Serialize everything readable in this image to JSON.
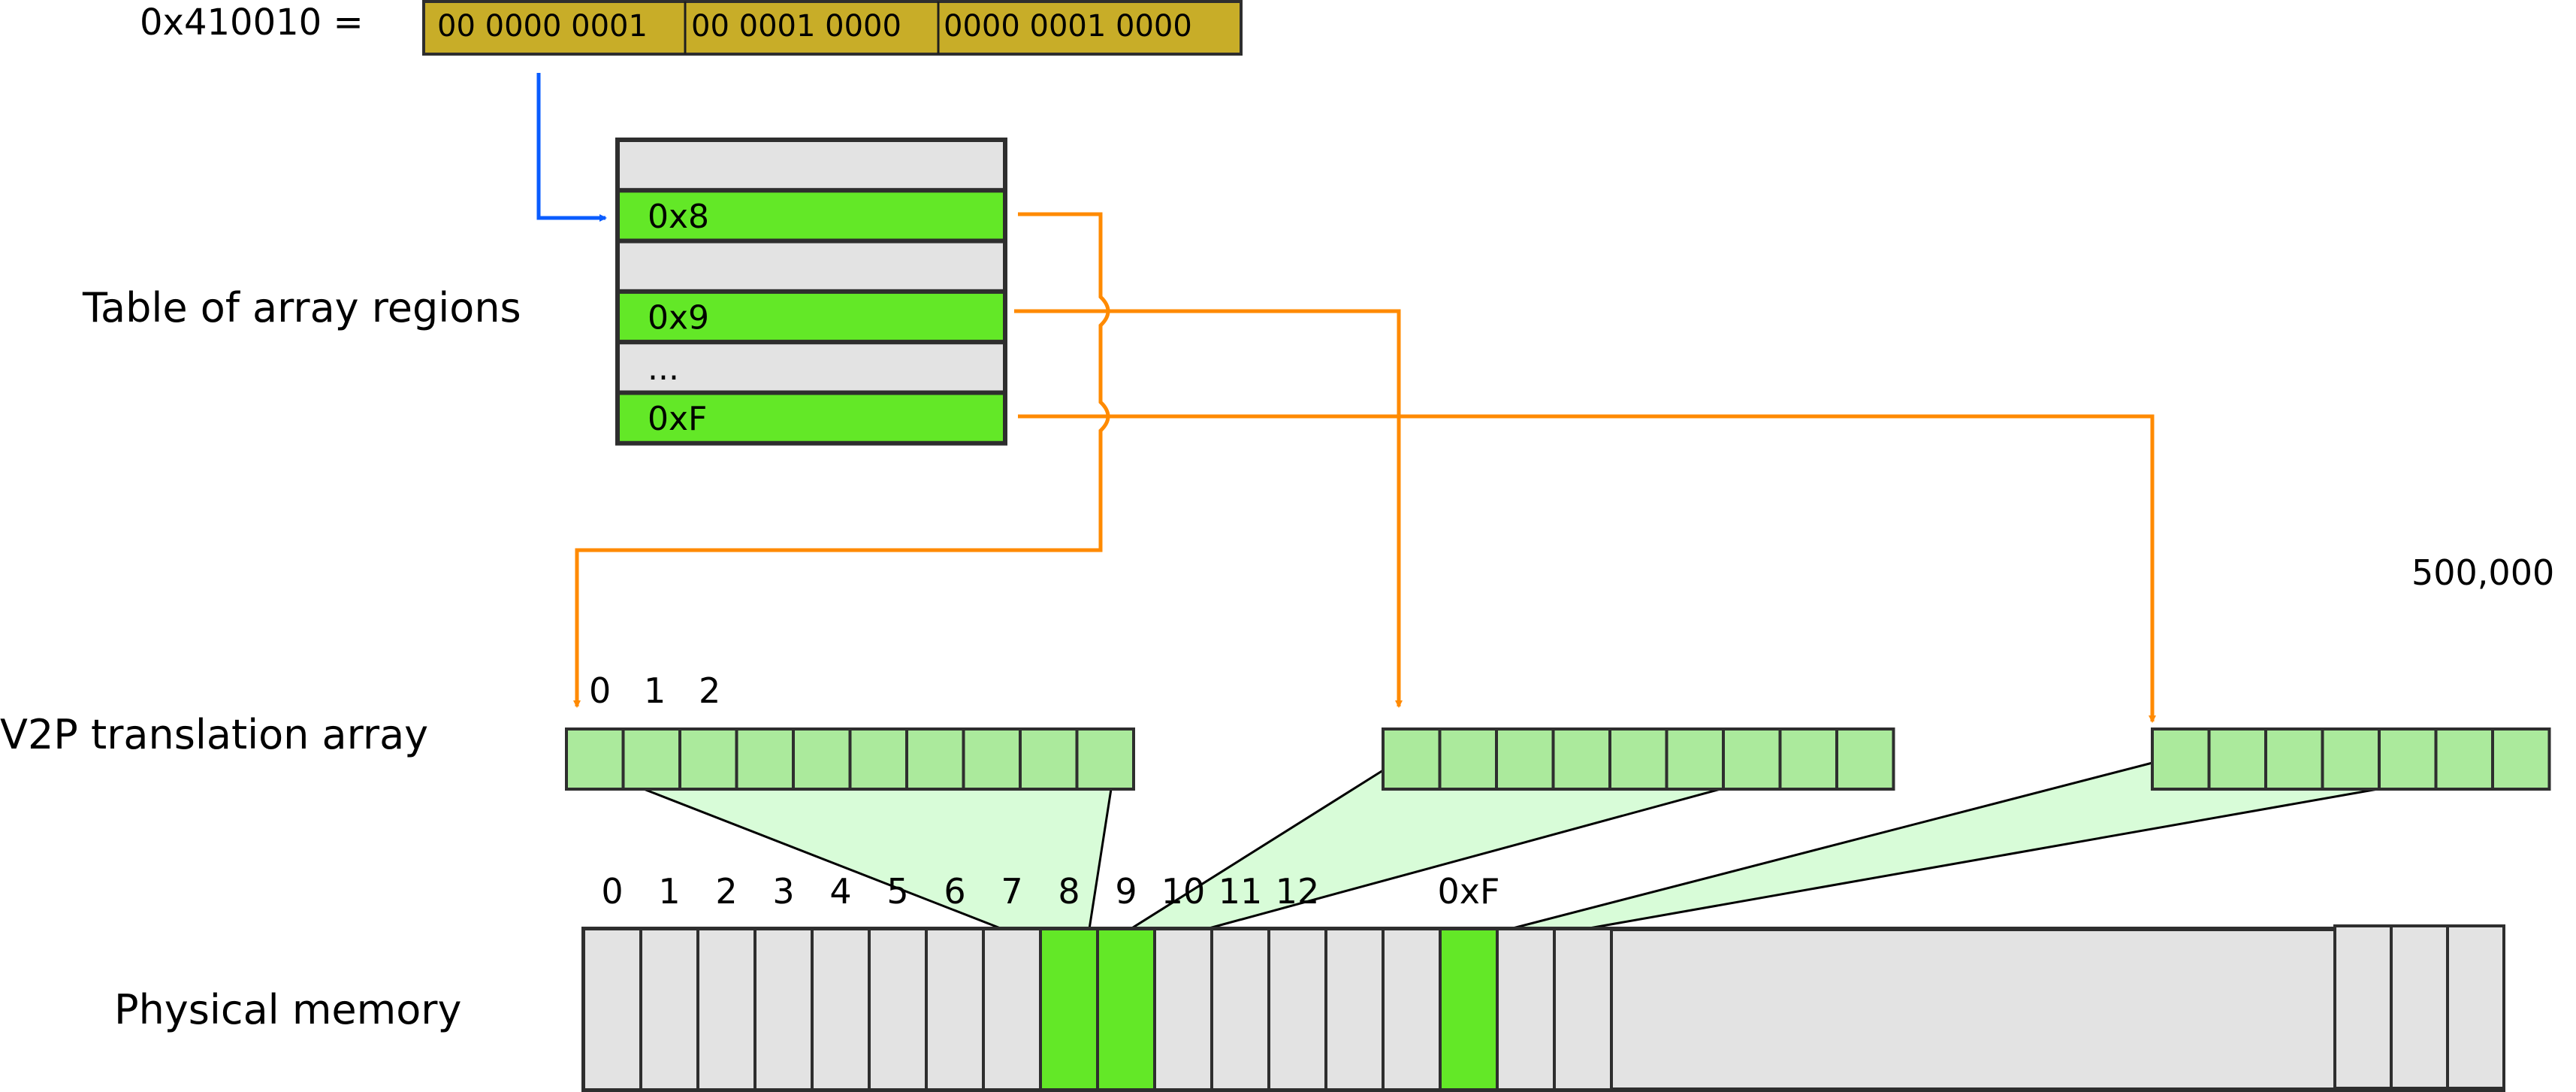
{
  "address": {
    "label": "0x410010 =",
    "segments": [
      "00 0000 0001",
      "00 0001 0000",
      "0000 0001 0000"
    ],
    "color": "#c8ad28"
  },
  "table": {
    "title": "Table of array regions",
    "rows": [
      {
        "label": "",
        "active": false
      },
      {
        "label": "0x8",
        "active": true
      },
      {
        "label": "",
        "active": false
      },
      {
        "label": "0x9",
        "active": true
      },
      {
        "label": "...",
        "active": false
      },
      {
        "label": "0xF",
        "active": true
      }
    ],
    "active_color": "#63e827",
    "inactive_color": "#e3e3e3"
  },
  "v2p": {
    "title": "V2P translation array",
    "index_labels": [
      "0",
      "1",
      "2"
    ],
    "max_label": "500,000",
    "arrays": [
      {
        "region": "0x8",
        "cells": 10
      },
      {
        "region": "0x9",
        "cells": 9
      },
      {
        "region": "0xF",
        "cells": 7
      }
    ],
    "cell_color": "#abea9c"
  },
  "physical": {
    "title": "Physical memory",
    "frame_labels": [
      "0",
      "1",
      "2",
      "3",
      "4",
      "5",
      "6",
      "7",
      "8",
      "9",
      "10",
      "11",
      "12",
      "0xF"
    ],
    "highlighted_frames": [
      "8",
      "9",
      "0xF"
    ],
    "highlight_color": "#63e827",
    "frame_color": "#e3e3e3"
  },
  "colors": {
    "pointer_arrow": "#0a5cff",
    "region_arrow": "#ff8a00",
    "mapping_fill": "#d8fcd8",
    "outline": "#2e2e2e"
  }
}
